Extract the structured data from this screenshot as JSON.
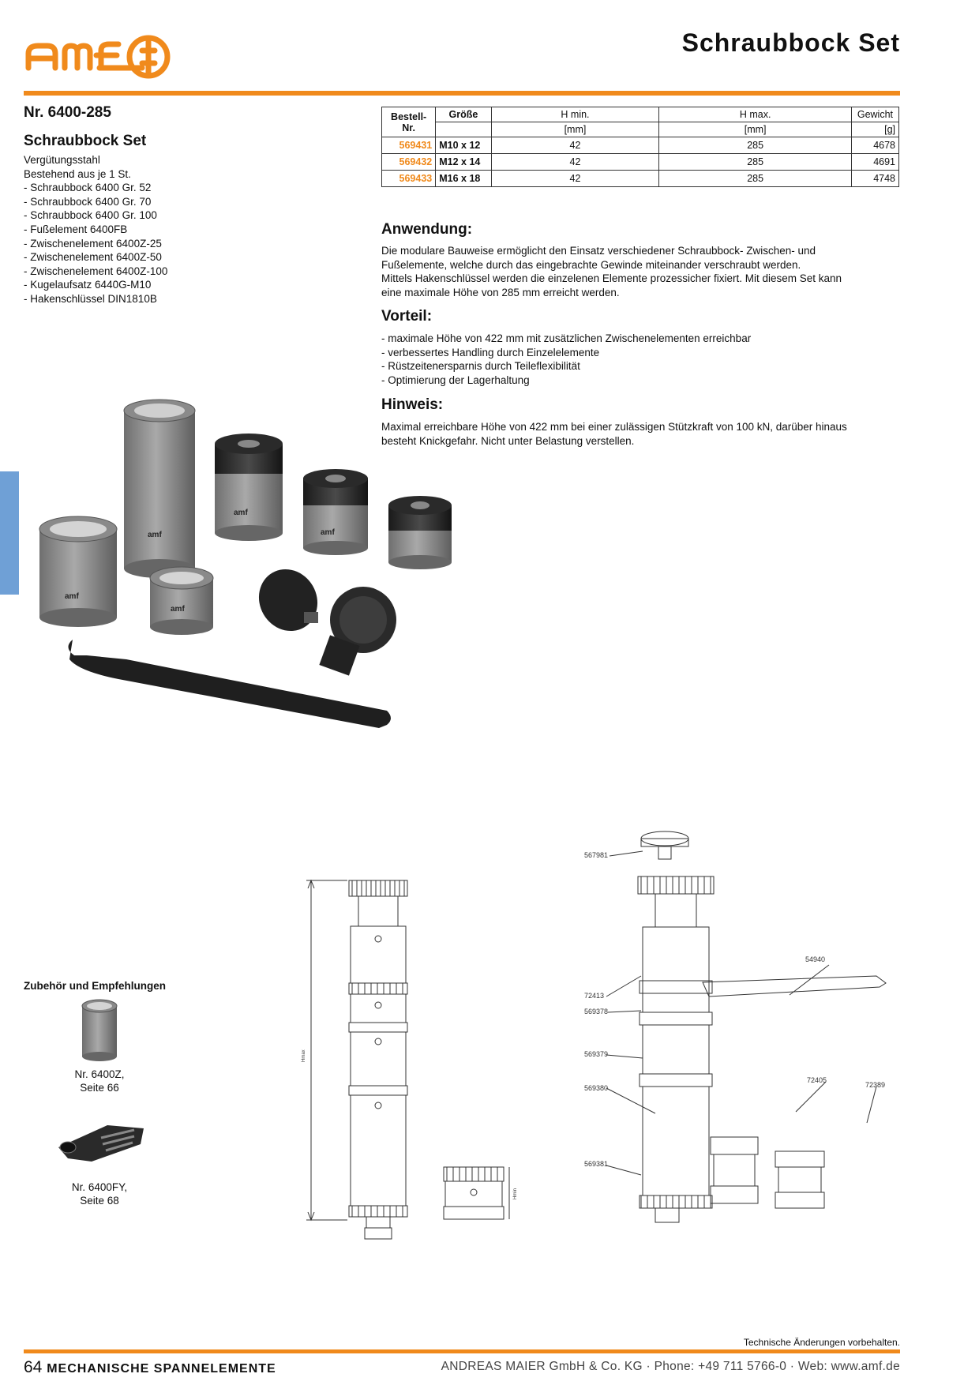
{
  "header": {
    "title": "Schraubbock Set",
    "logo_text": "amf",
    "brand_color": "#f08a1c"
  },
  "product": {
    "number": "Nr. 6400-285",
    "name": "Schraubbock Set",
    "material": "Vergütungsstahl",
    "consists_of": "Bestehend aus je 1 St.",
    "items": [
      "- Schraubbock 6400 Gr. 52",
      "- Schraubbock 6400 Gr. 70",
      "- Schraubbock 6400 Gr. 100",
      "- Fußelement 6400FB",
      "- Zwischenelement 6400Z-25",
      "- Zwischenelement 6400Z-50",
      "- Zwischenelement 6400Z-100",
      "- Kugelaufsatz 6440G-M10",
      "- Hakenschlüssel DIN1810B"
    ]
  },
  "spec_table": {
    "headers": {
      "order": "Bestell-\nNr.",
      "size": "Größe",
      "hmin": "H min.",
      "hmax": "H max.",
      "weight": "Gewicht"
    },
    "units": {
      "hmin": "[mm]",
      "hmax": "[mm]",
      "weight": "[g]"
    },
    "rows": [
      {
        "nr": "569431",
        "size": "M10 x 12",
        "hmin": "42",
        "hmax": "285",
        "weight": "4678"
      },
      {
        "nr": "569432",
        "size": "M12 x 14",
        "hmin": "42",
        "hmax": "285",
        "weight": "4691"
      },
      {
        "nr": "569433",
        "size": "M16 x 18",
        "hmin": "42",
        "hmax": "285",
        "weight": "4748"
      }
    ]
  },
  "anwendung": {
    "heading": "Anwendung:",
    "lines": [
      "Die modulare Bauweise ermöglicht den Einsatz verschiedener Schraubbock- Zwischen- und",
      "Fußelemente, welche durch das eingebrachte Gewinde miteinander verschraubt werden.",
      "Mittels Hakenschlüssel werden die einzelenen Elemente prozessicher fixiert. Mit diesem Set kann",
      "eine maximale Höhe von 285 mm erreicht werden."
    ]
  },
  "vorteil": {
    "heading": "Vorteil:",
    "lines": [
      "- maximale Höhe von 422 mm mit zusätzlichen Zwischenelementen erreichbar",
      "- verbessertes Handling durch Einzelelemente",
      "- Rüstzeitenersparnis durch Teileflexibilität",
      "- Optimierung der Lagerhaltung"
    ]
  },
  "hinweis": {
    "heading": "Hinweis:",
    "lines": [
      "Maximal erreichbare Höhe von 422 mm bei einer zulässigen Stützkraft von 100 kN, darüber hinaus",
      "besteht Knickgefahr. Nicht unter Belastung verstellen."
    ]
  },
  "accessories": {
    "title": "Zubehör und Empfehlungen",
    "items": [
      {
        "line1": "Nr. 6400Z,",
        "line2": "Seite 66"
      },
      {
        "line1": "Nr. 6400FY,",
        "line2": "Seite 68"
      }
    ]
  },
  "drawing_labels": {
    "hmax": "Hmax",
    "hmin": "Hmin",
    "parts": [
      "567981",
      "54940",
      "72413",
      "569378",
      "569379",
      "569380",
      "569381",
      "72405",
      "72389"
    ]
  },
  "product_photo_labels": [
    "amf",
    "amf",
    "amf",
    "amf",
    "amf"
  ],
  "footer": {
    "note": "Technische Änderungen vorbehalten.",
    "page": "64",
    "section": "MECHANISCHE SPANNELEMENTE",
    "company": "ANDREAS MAIER GmbH & Co. KG · Phone: +49 711 5766-0 · Web: www.amf.de"
  }
}
